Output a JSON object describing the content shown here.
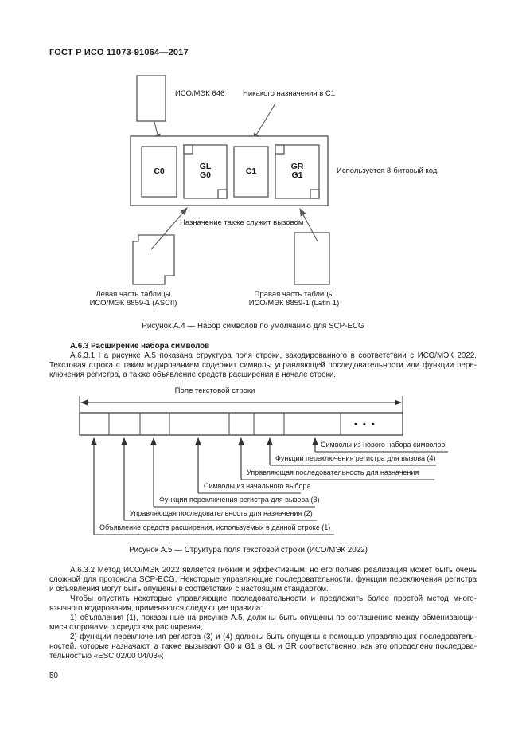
{
  "page": {
    "header": "ГОСТ Р ИСО 11073-91064—2017",
    "number": "50"
  },
  "colors": {
    "text": "#1a1a1a",
    "figure_a4_line": "#58585a",
    "figure_a5_line": "#2f2f2f",
    "background": "#ffffff"
  },
  "figure_a4": {
    "iso646_label": "ИСО/МЭК 646",
    "no_assignment_label": "Никакого назначения в C1",
    "uses_8bit_label": "Используется 8-битовый код",
    "assignment_call_label": "Назначение также служит вызовом",
    "boxes": {
      "c0": "C0",
      "gl": "GL",
      "g0": "G0",
      "c1": "C1",
      "gr": "GR",
      "g1": "G1"
    },
    "left_table_label_line1": "Левая часть таблицы",
    "left_table_label_line2": "ИСО/МЭК 8859-1 (ASCII)",
    "right_table_label_line1": "Правая часть таблицы",
    "right_table_label_line2": "ИСО/МЭК 8859-1 (Latin 1)",
    "caption": "Рисунок А.4 — Набор символов по умолчанию для SCP-ECG"
  },
  "section": {
    "heading": "А.6.3 Расширение набора символов",
    "p1_lines": [
      "А.6.3.1 На рисунке А.5 показана структура поля строки, закодированного в соответствии с ИСО/МЭК 2022.",
      "Текстовая строка с таким кодированием содержит символы управляющей последовательности или функции пере-",
      "ключения регистра, а также объявление средств расширения в начале строки."
    ]
  },
  "figure_a5": {
    "field_label": "Поле текстовой строки",
    "ellipsis": "• • •",
    "callouts": [
      {
        "text": "Объявление средств расширения, используемых в данной строке (1)"
      },
      {
        "text": "Управляющая последовательность для назначения (2)"
      },
      {
        "text": "Функции переключения регистра для вызова (3)"
      },
      {
        "text": "Символы из начального выбора"
      },
      {
        "text": "Управляющая последовательность для назначения"
      },
      {
        "text": "Функции переключения регистра для вызова (4)"
      },
      {
        "text": "Символы из нового набора символов"
      }
    ],
    "caption": "Рисунок А.5 — Структура поля текстовой строки (ИСО/МЭК 2022)"
  },
  "body": {
    "p2_lines": [
      "А.6.3.2 Метод ИСО/МЭК 2022 является гибким и эффективным, но его полная реализация может быть очень",
      "сложной для протокола SCP-ECG. Некоторые управляющие последовательности, функции переключения регистра",
      "и объявления могут быть опущены в соответствии с настоящим стандартом.",
      "Чтобы опустить некоторые управляющие последовательности и предложить более простой метод много-",
      "язычного кодирования, применяются следующие правила:",
      "1) объявления (1), показанные на рисунке А.5, должны быть опущены по соглашению между обменивающи-",
      "мися сторонами о средствах расширения;",
      "2) функции переключения регистра (3) и (4) должны быть опущены с помощью управляющих последователь-",
      "ностей, которые назначают, а также вызывают G0 и G1 в GL и GR соответственно, как это определено последова-",
      "тельностью «ESC 02/00 04/03»;"
    ]
  }
}
